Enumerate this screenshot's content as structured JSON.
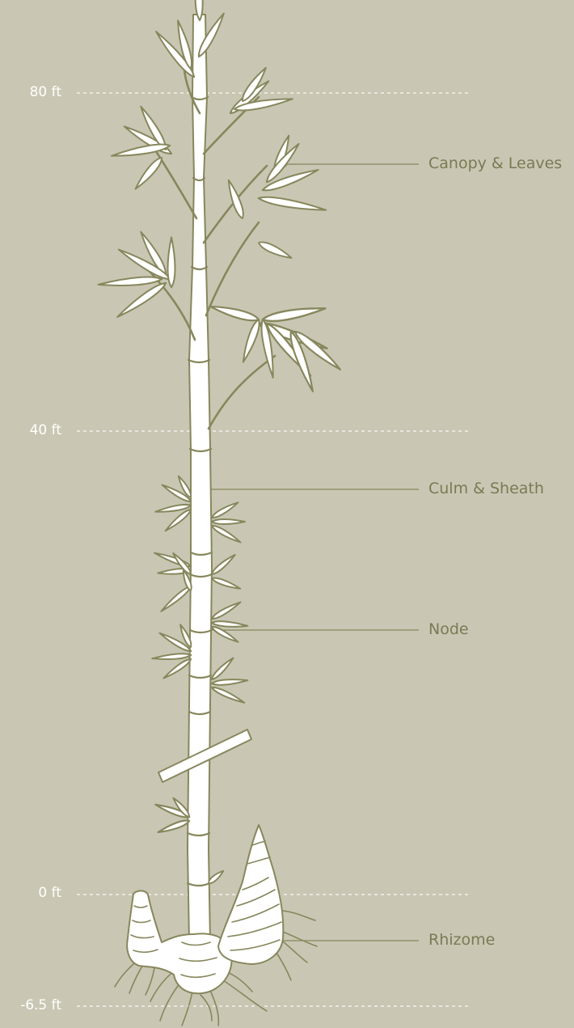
{
  "colors": {
    "background": "#c9c7b3",
    "plant_fill": "#ffffff",
    "plant_stroke": "#87875d",
    "label_text": "#7a7a55",
    "scale_text": "#ffffff",
    "guide_line": "#ffffff"
  },
  "scale": {
    "marks": [
      {
        "label": "80 ft"
      },
      {
        "label": "40 ft"
      },
      {
        "label": "0 ft"
      },
      {
        "label": "-6.5 ft"
      }
    ]
  },
  "callouts": [
    {
      "label": "Canopy & Leaves"
    },
    {
      "label": "Culm & Sheath"
    },
    {
      "label": "Node"
    },
    {
      "label": "Rhizome"
    }
  ]
}
